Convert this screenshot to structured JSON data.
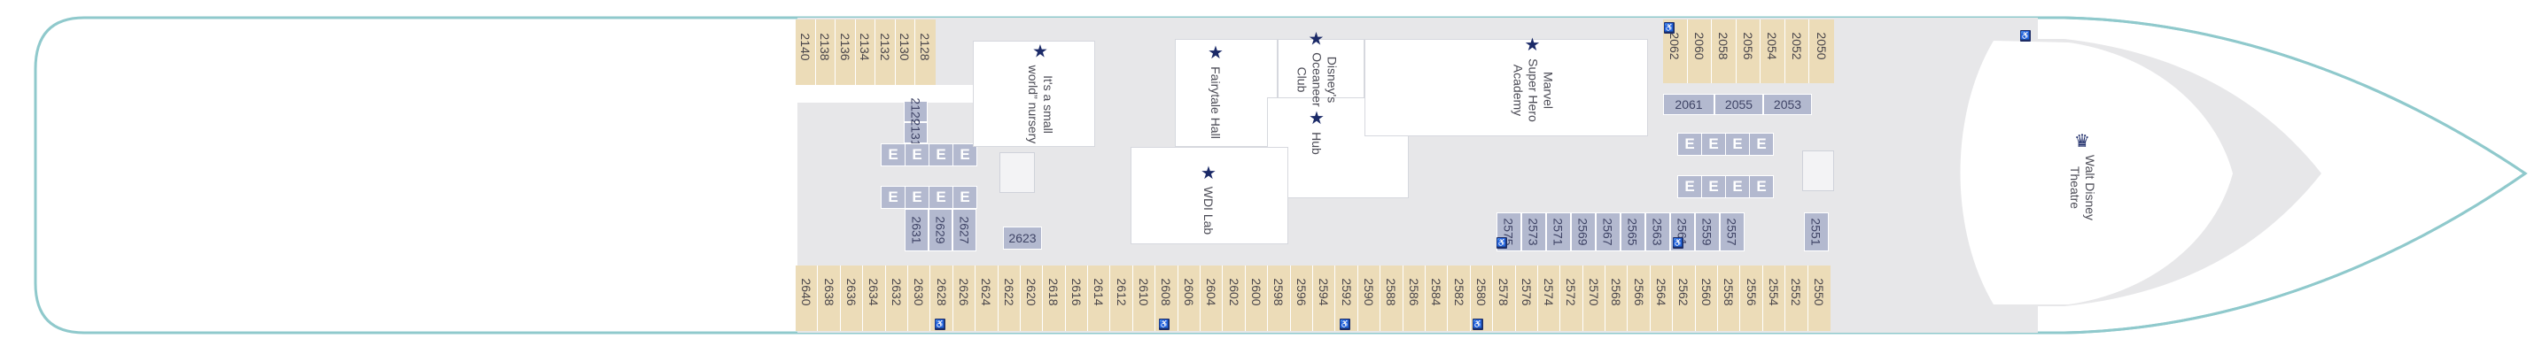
{
  "colors": {
    "hull_stroke": "#8fc9cc",
    "deck_grey": "#e7e7e9",
    "cabin_tan": "#ecdcb8",
    "cabin_blue": "#b3b9cf",
    "star": "#1b2a68"
  },
  "forward_top": [
    "2140",
    "2138",
    "2136",
    "2134",
    "2132",
    "2130",
    "2128"
  ],
  "mid_top": [
    "2062",
    "2060",
    "2058",
    "2056",
    "2054",
    "2052",
    "2050"
  ],
  "mid_row2": [
    "2061",
    "2055",
    "2053"
  ],
  "bottom_row": [
    "2640",
    "2638",
    "2636",
    "2634",
    "2632",
    "2630",
    "2628",
    "2626",
    "2624",
    "2622",
    "2620",
    "2618",
    "2616",
    "2614",
    "2612",
    "2610",
    "2608",
    "2606",
    "2604",
    "2602",
    "2600",
    "2598",
    "2596",
    "2594",
    "2592",
    "2590",
    "2588",
    "2586",
    "2584",
    "2582",
    "2580",
    "2578",
    "2576",
    "2574",
    "2572",
    "2570",
    "2568",
    "2566",
    "2564",
    "2562",
    "2560",
    "2558",
    "2556",
    "2554",
    "2552",
    "2550"
  ],
  "fwd_blue": {
    "c2129": "2129",
    "c2131": "2131",
    "c2631": "2631",
    "c2629": "2629",
    "c2627": "2627",
    "c2623": "2623"
  },
  "aft_blue": [
    "2575",
    "2573",
    "2571",
    "2569",
    "2567",
    "2565",
    "2563",
    "2561",
    "2559",
    "2557"
  ],
  "aft_single": "2551",
  "elevator_label": "E",
  "venues": {
    "nursery": [
      "It's a small",
      "world” nursery"
    ],
    "fairytale": [
      "Fairytale Hall"
    ],
    "oceaneer_club": [
      "Disney's",
      "Oceaneer",
      "Club"
    ],
    "hub": [
      "Hub"
    ],
    "wdi_lab": [
      "WDI Lab"
    ],
    "marvel": [
      "Marvel",
      "Super Hero",
      "Academy"
    ],
    "theatre": [
      "Walt Disney",
      "Theatre"
    ]
  }
}
